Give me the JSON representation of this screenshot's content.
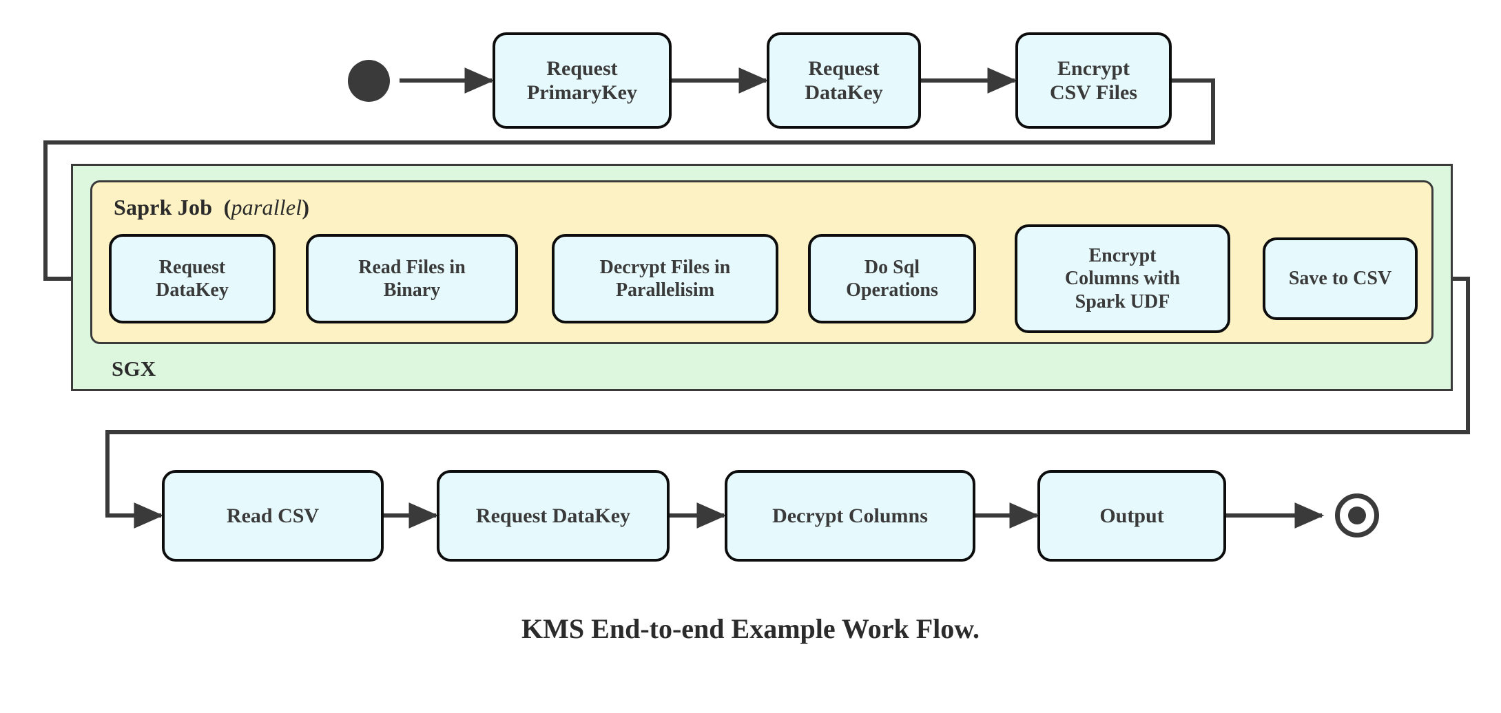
{
  "diagram": {
    "caption": "KMS End-to-end Example Work Flow.",
    "colors": {
      "node_fill": "#e6fafd",
      "node_stroke": "#0d0d0d",
      "sgx_fill": "#ddf7df",
      "spark_fill": "#fdf2c3",
      "line": "#3a3a3a",
      "text": "#3a3a3a",
      "background": "#ffffff"
    },
    "containers": {
      "sgx": {
        "label": "SGX"
      },
      "spark": {
        "label_bold": "Saprk Job",
        "label_paren_open": "(",
        "label_italic": "parallel",
        "label_paren_close": ")"
      }
    },
    "markers": {
      "start_node": "start-state-dot",
      "end_node": "end-state-ring"
    },
    "rows": {
      "top": [
        {
          "id": "request-primarykey",
          "lines": [
            "Request",
            "PrimaryKey"
          ]
        },
        {
          "id": "request-datakey-top",
          "lines": [
            "Request",
            "DataKey"
          ]
        },
        {
          "id": "encrypt-csv-files",
          "lines": [
            "Encrypt",
            "CSV Files"
          ]
        }
      ],
      "spark": [
        {
          "id": "request-datakey-spark",
          "lines": [
            "Request",
            "DataKey"
          ]
        },
        {
          "id": "read-files-in-binary",
          "lines": [
            "Read Files in",
            "Binary"
          ]
        },
        {
          "id": "decrypt-files-in-parallelisim",
          "lines": [
            "Decrypt Files in",
            "Parallelisim"
          ]
        },
        {
          "id": "do-sql-operations",
          "lines": [
            "Do Sql",
            "Operations"
          ]
        },
        {
          "id": "encrypt-columns-with-spark-udf",
          "lines": [
            "Encrypt",
            "Columns with",
            "Spark UDF"
          ]
        },
        {
          "id": "save-to-csv",
          "lines": [
            "Save to CSV"
          ]
        }
      ],
      "bottom": [
        {
          "id": "read-csv",
          "lines": [
            "Read CSV"
          ]
        },
        {
          "id": "request-datakey-bottom",
          "lines": [
            "Request DataKey"
          ]
        },
        {
          "id": "decrypt-columns",
          "lines": [
            "Decrypt Columns"
          ]
        },
        {
          "id": "output",
          "lines": [
            "Output"
          ]
        }
      ]
    }
  }
}
